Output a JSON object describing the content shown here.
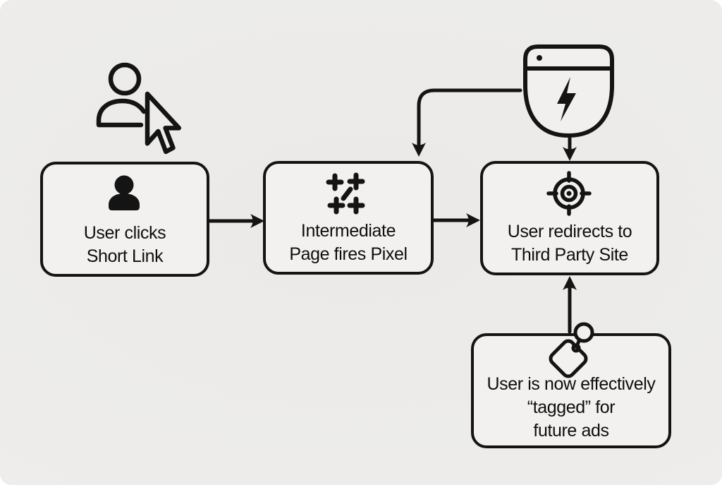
{
  "diagram": {
    "type": "flowchart",
    "boxes": {
      "box1": {
        "line1": "User clicks",
        "line2": "Short Link"
      },
      "box2": {
        "line1": "Intermediate",
        "line2": "Page fires Pixel"
      },
      "box3": {
        "line1": "User redirects to",
        "line2": "Third Party Site"
      },
      "box4": {
        "line1": "User is now effectively",
        "line2": "“tagged” for",
        "line3": "future ads"
      }
    },
    "icons": {
      "box1": "person-filled-icon",
      "box2": "pixel-sparkle-icon",
      "box3": "target-icon",
      "box4": "price-tag-icon",
      "top_left": "user-with-cursor-icon",
      "top_right": "browser-shield-zap-icon"
    },
    "connections": [
      "box1 -> box2",
      "box2 -> box3",
      "browser-shield-zap-icon -> box2 (elbow arrow)",
      "browser-shield-zap-icon -> box3 (down arrow)",
      "box4 -> box3 (up arrow)"
    ],
    "colors": {
      "background": "#edecea",
      "node_fill": "#f2f1ef",
      "line": "#141414",
      "text": "#0e0e0e"
    }
  }
}
